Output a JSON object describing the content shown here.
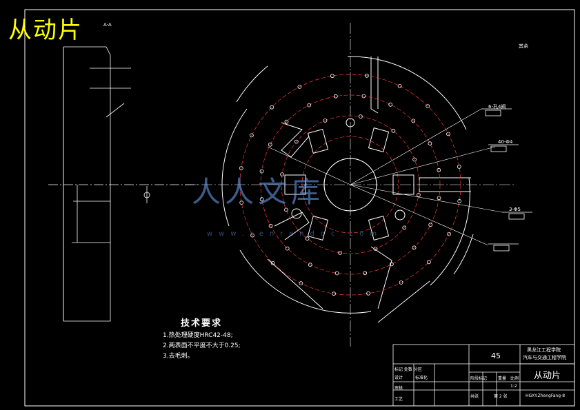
{
  "sheet": {
    "title": "从动片",
    "section_label": "A-A",
    "roughness_note": "其余"
  },
  "callouts": {
    "ring_6": "6-孔4阀",
    "holes_40": "40-Φ4",
    "holes_3": "3-Φ5"
  },
  "watermark": {
    "main": "人人文库",
    "sub": "www.renrendoc.com"
  },
  "tech_requirements": {
    "title": "技术要求",
    "items": [
      "1.热处理硬度HRC42-48;",
      "2.两表面不平度不大于0.25;",
      "3.去毛刺。"
    ]
  },
  "title_block": {
    "material": "45",
    "school_line1": "黑龙江工程学院",
    "school_line2": "汽车与交通工程学院",
    "part_name": "从动片",
    "drawing_no": "HGXY.ZhengFang-8",
    "stage_label": "阶段标记",
    "weight_label": "重量",
    "scale_label": "比例",
    "scale_value": "1:2",
    "sheet_total": "共张",
    "sheet_no": "第 2 张",
    "designer": "设计",
    "standardize": "标准化",
    "checker": "审核",
    "process": "工艺",
    "mark_row": "标记 处数 分区"
  }
}
